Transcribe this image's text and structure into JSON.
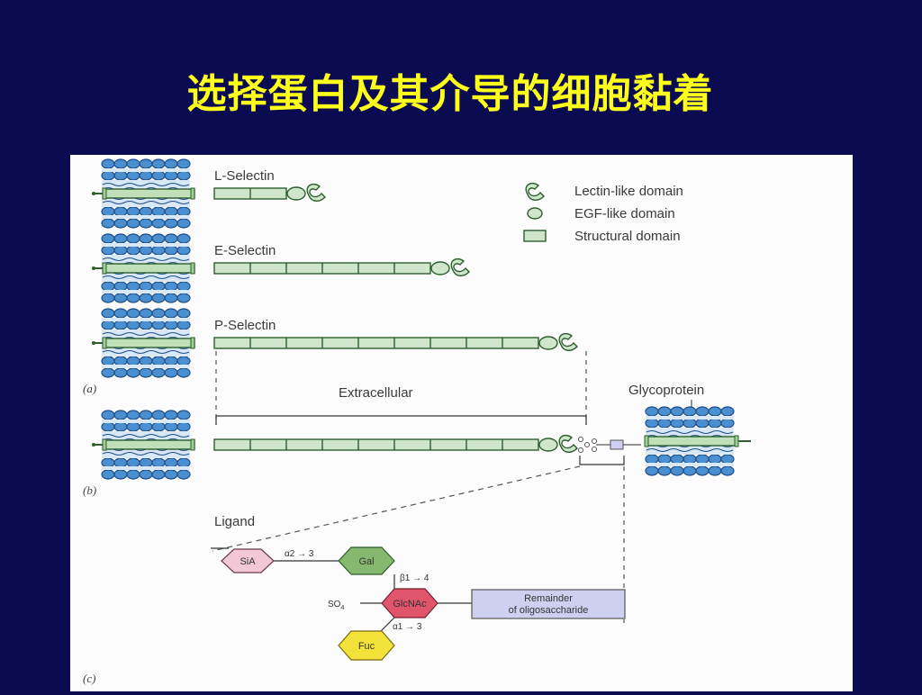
{
  "slide": {
    "title": "选择蛋白及其介导的细胞黏着"
  },
  "figure": {
    "selectins": [
      "L-Selectin",
      "E-Selectin",
      "P-Selectin"
    ],
    "legend": [
      {
        "icon": "lectin-icon",
        "label": "Lectin-like domain"
      },
      {
        "icon": "egf-icon",
        "label": "EGF-like domain"
      },
      {
        "icon": "structural-domain-icon",
        "label": "Structural domain"
      }
    ],
    "panel_a": "(a)",
    "panel_b": "(b)",
    "panel_c": "(c)",
    "extracellular": "Extracellular",
    "glycoprotein": "Glycoprotein",
    "ligand": {
      "label": "Ligand",
      "sia": "SiA",
      "gal": "Gal",
      "glcnac": "GlcNAc",
      "fuc": "Fuc",
      "so4": "SO",
      "so4_sub": "4",
      "bond_sia_gal": "α2 → 3",
      "bond_gal_glcnac": "β1 → 4",
      "bond_glcnac_fuc": "α1 → 3",
      "remainder_line1": "Remainder",
      "remainder_line2": "of oligosaccharide"
    },
    "colors": {
      "domain_fill": "#cfe6cc",
      "domain_stroke": "#2e5e2e",
      "membrane": "#4a8fd0",
      "sia": "#f2c8d6",
      "gal": "#86b86f",
      "glcnac": "#e0556b",
      "fuc": "#f3e23a",
      "remainder": "#cfcff0"
    }
  }
}
